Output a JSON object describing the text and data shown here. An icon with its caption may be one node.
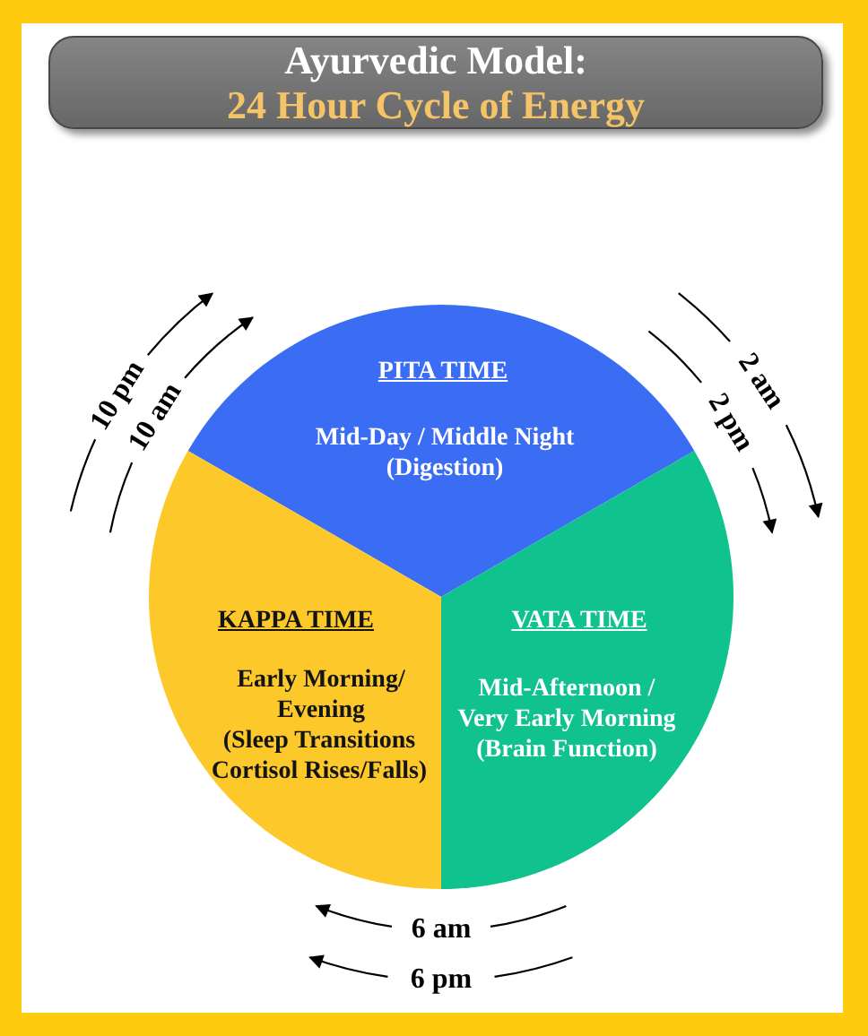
{
  "diagram": {
    "nodes": [
      {
        "text": [
          "Ayurvedic Model:",
          "24 Hour Cycle of Energy"
        ]
      },
      {
        "text": [
          "PITA TIME",
          "Mid-Day / Middle Night",
          "(Digestion)"
        ]
      },
      {
        "text": [
          "KAPPA TIME",
          "Early Morning/ Evening",
          "(Sleep Transitions Cortisol Rises/Falls)"
        ]
      },
      {
        "text": [
          "VATA TIME",
          "Mid-Afternoon / Very Early Morning",
          "(Brain Function)"
        ]
      }
    ],
    "labels": [
      "10 pm",
      "10 am",
      "2 am",
      "2 pm",
      "6 am",
      "6 pm"
    ]
  }
}
